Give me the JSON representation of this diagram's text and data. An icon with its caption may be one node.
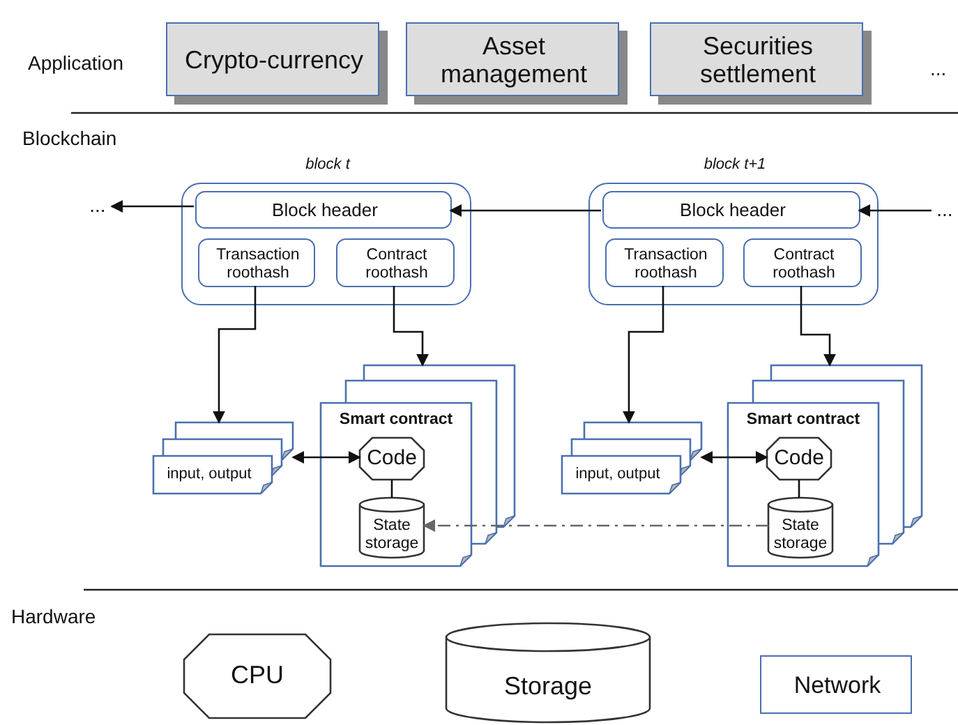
{
  "diagram": {
    "nodes": [
      {
        "text": [
          "Crypto-currency"
        ]
      },
      {
        "text": [
          "Asset management"
        ]
      },
      {
        "text": [
          "Securities settlement"
        ]
      },
      {
        "text": [
          "block t"
        ]
      },
      {
        "text": [
          "Block header"
        ],
        "in": 3
      },
      {
        "text": [
          "Transaction roothash"
        ],
        "in": 3
      },
      {
        "text": [
          "Contract roothash"
        ],
        "in": 3
      },
      {
        "text": [
          "input, output"
        ]
      },
      {
        "text": [
          "Smart contract"
        ]
      },
      {
        "text": [
          "Code"
        ],
        "in": 8
      },
      {
        "text": [
          "State storage"
        ],
        "in": 8
      },
      {
        "text": [
          "block t+1"
        ]
      },
      {
        "text": [
          "Block header"
        ],
        "in": 11
      },
      {
        "text": [
          "Transaction roothash"
        ],
        "in": 11
      },
      {
        "text": [
          "Contract roothash"
        ],
        "in": 11
      },
      {
        "text": [
          "input, output"
        ]
      },
      {
        "text": [
          "Smart contract"
        ]
      },
      {
        "text": [
          "Code"
        ],
        "in": 16
      },
      {
        "text": [
          "State storage"
        ],
        "in": 16
      },
      {
        "text": [
          "..."
        ]
      },
      {
        "text": [
          "..."
        ]
      },
      {
        "text": [
          "CPU"
        ]
      },
      {
        "text": [
          "Storage"
        ]
      },
      {
        "text": [
          "Network"
        ]
      }
    ],
    "edges": [
      {
        "from": 4,
        "to": 19,
        "arrow": "to"
      },
      {
        "from": 12,
        "to": 4,
        "arrow": "to"
      },
      {
        "from": 20,
        "to": 12,
        "arrow": "to"
      },
      {
        "from": 5,
        "to": 7,
        "arrow": "to"
      },
      {
        "from": 6,
        "to": 8,
        "arrow": "to"
      },
      {
        "from": 7,
        "to": 9,
        "arrow": "both"
      },
      {
        "from": 9,
        "to": 10,
        "arrow": "none"
      },
      {
        "from": 13,
        "to": 15,
        "arrow": "to"
      },
      {
        "from": 14,
        "to": 16,
        "arrow": "to"
      },
      {
        "from": 15,
        "to": 17,
        "arrow": "both"
      },
      {
        "from": 17,
        "to": 18,
        "arrow": "none"
      },
      {
        "from": 18,
        "to": 10,
        "arrow": "to",
        "style": "dashed",
        "color": "#666666"
      }
    ],
    "labels": [
      "Application",
      "...",
      "Blockchain",
      "Hardware"
    ]
  }
}
